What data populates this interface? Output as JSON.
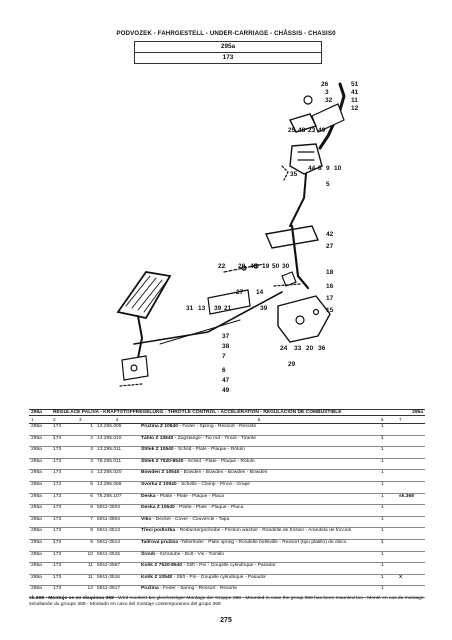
{
  "header": {
    "title": "PODVOZEK - FAHRGESTELL - UNDER-CARRIAGE - CHÂSSIS - CHASIS0"
  },
  "group_box": {
    "main": "295a",
    "sub": "173"
  },
  "diagram_labels": [
    "26",
    "51",
    "3",
    "41",
    "32",
    "11",
    "12",
    "25",
    "48",
    "23",
    "49",
    "35",
    "44",
    "8",
    "9",
    "10",
    "5",
    "42",
    "27",
    "22",
    "28",
    "40",
    "19",
    "50",
    "30",
    "18",
    "16",
    "17",
    "15",
    "27",
    "14",
    "31",
    "13",
    "39",
    "21",
    "24",
    "33",
    "20",
    "36",
    "29",
    "37",
    "38",
    "7",
    "6",
    "47",
    "49",
    "39"
  ],
  "section": {
    "group": "295a",
    "title": "REGULACE PALIVA - KRAFTSTOFFREGELUNG - THROTLE CONTROL - ACCÉLÉRATION - REGULACIÓN DE COMBUSTIBLE",
    "group_right": "295a"
  },
  "columns": [
    "1",
    "2",
    "3",
    "4",
    "5",
    "6",
    "7"
  ],
  "parts": [
    {
      "g": "295a",
      "s": "174",
      "pos": "1",
      "no": "13.295.005",
      "name_bold": "Pružina Z 10540",
      "name": " - Feder - Spring - Ressort - Resorte",
      "qty": "1",
      "note": ""
    },
    {
      "g": "295a",
      "s": "174",
      "pos": "2",
      "no": "13.295.010",
      "name_bold": "Táhlo Z 10540",
      "name": " - Zugstange - Tie rod - Tirant - Tirante",
      "qty": "1",
      "note": ""
    },
    {
      "g": "295a",
      "s": "173",
      "pos": "3",
      "no": "13.295.011",
      "name_bold": "Štítek Z 10540",
      "name": " - Schild - Plate - Plaque - Rótulo",
      "qty": "1",
      "note": ""
    },
    {
      "g": "295a",
      "s": "173",
      "pos": "3",
      "no": "78.295.011",
      "name_bold": "Štítek Z 7520-8540",
      "name": " - Schild - Plate - Plaque - Rótulo",
      "qty": "1",
      "note": ""
    },
    {
      "g": "295a",
      "s": "174",
      "pos": "4",
      "no": "13.295.020",
      "name_bold": "Bowden Z 10540",
      "name": " - Bowden - Bowden - Bowden - Bowden",
      "qty": "1",
      "note": ""
    },
    {
      "g": "295a",
      "s": "174",
      "pos": "5",
      "no": "13.295.068",
      "name_bold": "Svorka Z 10540",
      "name": " - Schelle - Clamp - Pince - Grape",
      "qty": "1",
      "note": ""
    },
    {
      "g": "295a",
      "s": "173",
      "pos": "6",
      "no": "76.295.107",
      "name_bold": "Deska",
      "name": " - Platte - Plate - Plaque - Placa",
      "qty": "1",
      "note": "sk.368"
    },
    {
      "g": "295a",
      "s": "173",
      "pos": "6",
      "no": "5911-3503",
      "name_bold": "Deska Z 10540",
      "name": " - Platte - Plate - Plaque - Placa",
      "qty": "1",
      "note": ""
    },
    {
      "g": "295a",
      "s": "173",
      "pos": "7",
      "no": "5911-3504",
      "name_bold": "Víko",
      "name": " - Deckel - Cover - Couvercle - Tapa",
      "qty": "1",
      "note": ""
    },
    {
      "g": "295a",
      "s": "173",
      "pos": "8",
      "no": "5911-3513",
      "name_bold": "Třecí podložka",
      "name": " - Reibuntergscheibe - Friction washer - Rondelle de friction - Arandela de fricción",
      "qty": "1",
      "note": ""
    },
    {
      "g": "295a",
      "s": "173",
      "pos": "9",
      "no": "5911-3514",
      "name_bold": "Talířová pružina",
      "name": " -Tellerfeder - Plate spring - Rondelle belleville - Ressort (tipo platillo) de disco",
      "qty": "1",
      "note": ""
    },
    {
      "g": "295a",
      "s": "173",
      "pos": "10",
      "no": "5911-3515",
      "name_bold": "Šroub",
      "name": " - Schraube - Bolt - Vis - Tornillo",
      "qty": "1",
      "note": ""
    },
    {
      "g": "295a",
      "s": "173",
      "pos": "11",
      "no": "5911-3567",
      "name_bold": "Kolík Z 7520-8540",
      "name": " - Stift - Pin - Goupille cylindrique - Pasador",
      "qty": "1",
      "note": ""
    },
    {
      "g": "295a",
      "s": "173",
      "pos": "11",
      "no": "5911-3516",
      "name_bold": "Kolík Z 10540",
      "name": " - Stift - Pin - Goupille cylindrique - Pasador",
      "qty": "1",
      "note": "X"
    },
    {
      "g": "295a",
      "s": "173",
      "pos": "12",
      "no": "5911-3517",
      "name_bold": "Pružina",
      "name": " - Feder - Spring - Ressort - Resorte",
      "qty": "1",
      "note": ""
    }
  ],
  "footnote": {
    "bold": "sk.368 - Montujo se so skupinou 368",
    "text": " - Wird montiert bei gleichzeitiger Montage der Gruppe 368 - Mounted in case the group 368 has been mounted too - Monté en cas du montage simultanée du groupe 368 - Montado en caso del montaje contemporaneo del grupo 368"
  },
  "page_number": "275"
}
